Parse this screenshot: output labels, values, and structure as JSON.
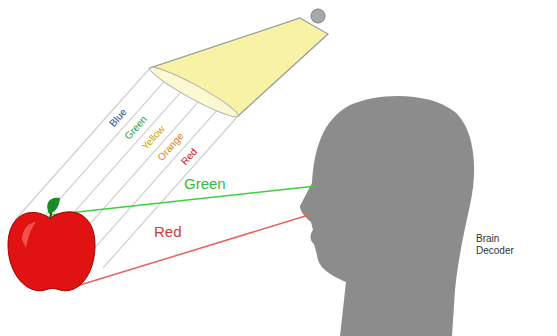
{
  "diagram": {
    "labels": [
      "Blue",
      "Green",
      "Yellow",
      "Orange",
      "Red",
      "Green",
      "Red",
      "Brain Decoder"
    ]
  }
}
